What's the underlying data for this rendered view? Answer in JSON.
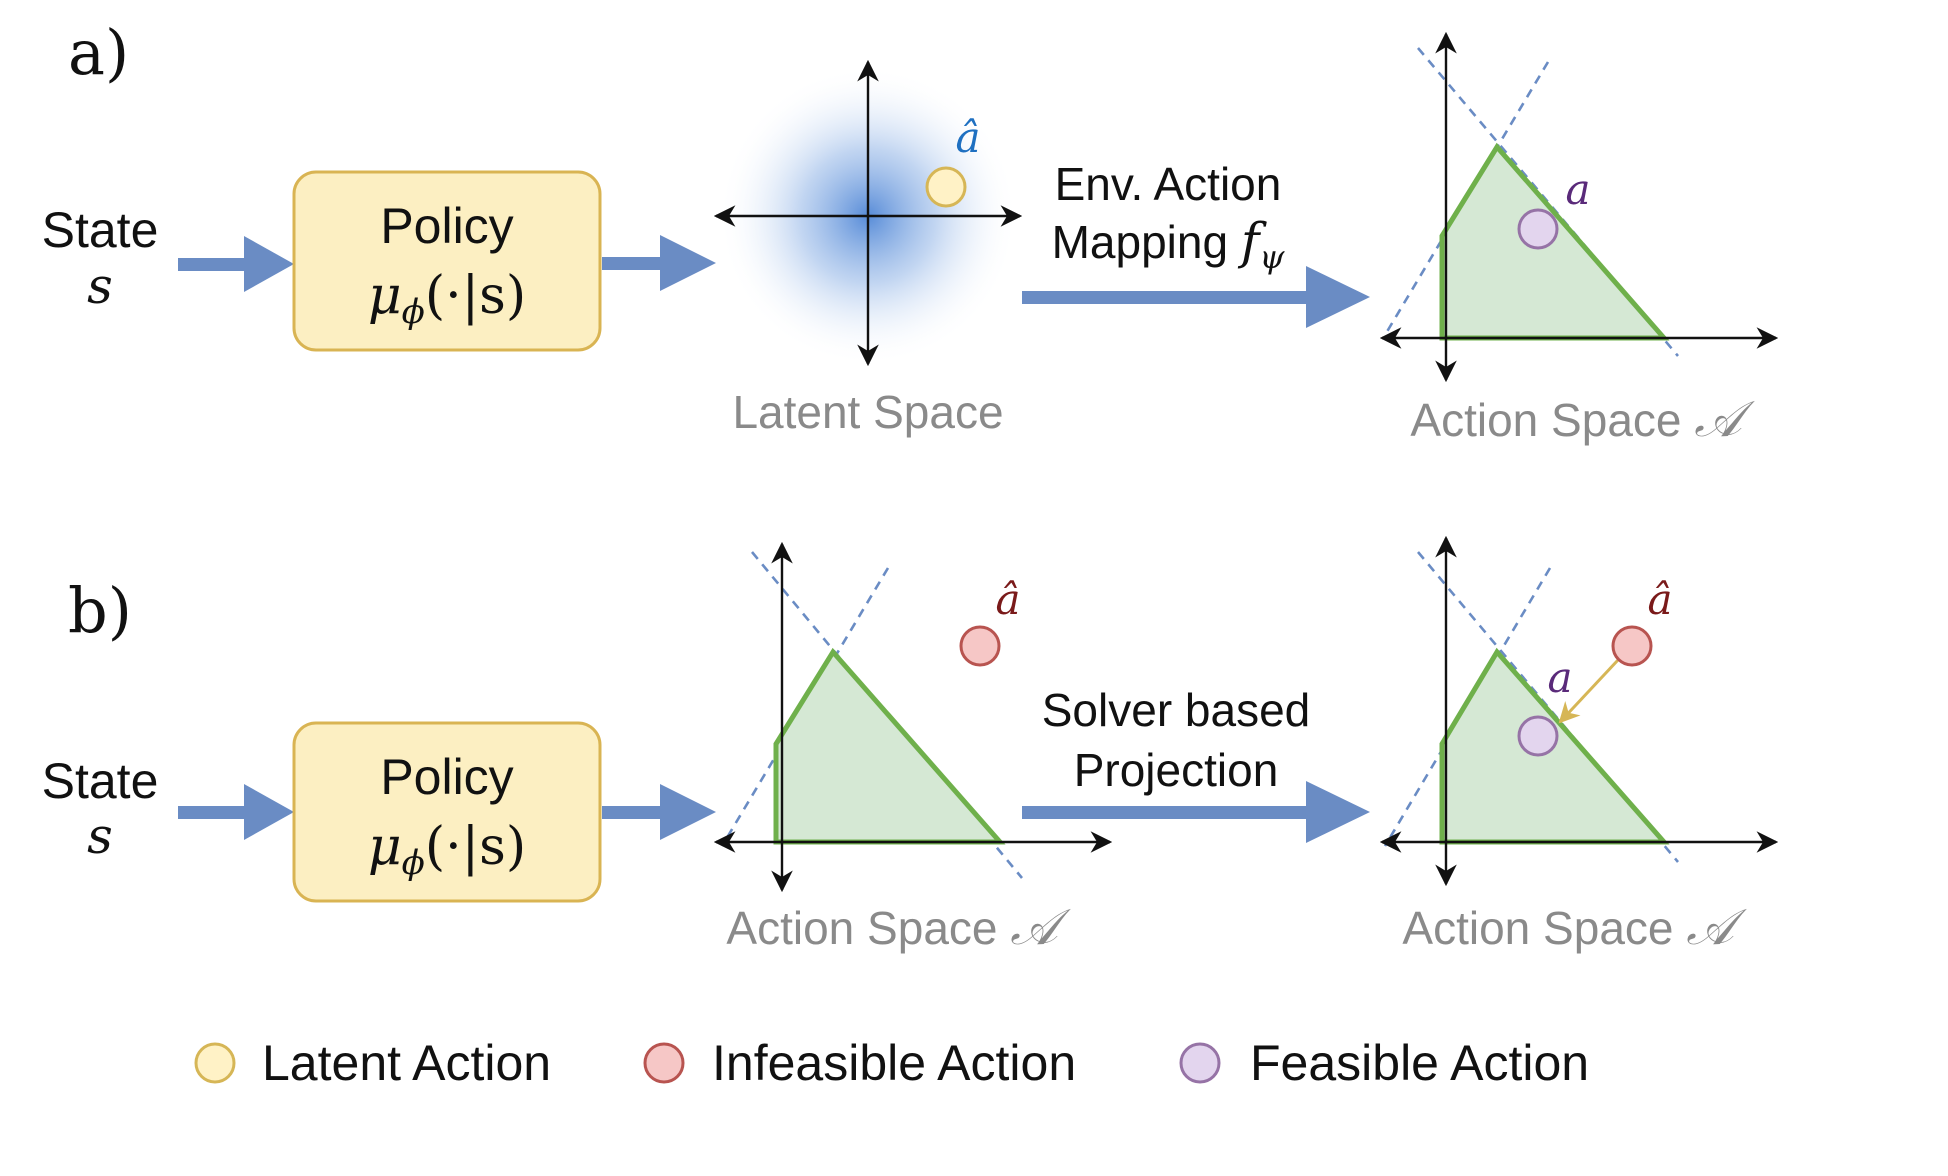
{
  "panel_a": {
    "label": "a)",
    "state_label": "State",
    "state_symbol": "s",
    "policy_title": "Policy",
    "policy_formula": "μ",
    "policy_formula_sub": "ϕ",
    "policy_formula_arg": "(·|s)",
    "latent_caption": "Latent Space",
    "latent_point_label": "â",
    "mapping_line1": "Env. Action",
    "mapping_line2": "Mapping ",
    "mapping_symbol": "f",
    "mapping_symbol_sub": "ψ",
    "action_caption": "Action Space ",
    "action_caption_symbol": "𝒜",
    "feasible_point_label": "a"
  },
  "panel_b": {
    "label": "b)",
    "state_label": "State",
    "state_symbol": "s",
    "policy_title": "Policy",
    "policy_formula": "μ",
    "policy_formula_sub": "ϕ",
    "policy_formula_arg": "(·|s)",
    "left_caption": "Action Space ",
    "left_caption_symbol": "𝒜",
    "left_infeasible_label": "â",
    "projection_line1": "Solver based",
    "projection_line2": "Projection",
    "right_caption": "Action Space ",
    "right_caption_symbol": "𝒜",
    "right_infeasible_label": "â",
    "right_feasible_label": "a"
  },
  "legend": {
    "latent": "Latent Action",
    "infeasible": "Infeasible Action",
    "feasible": "Feasible Action"
  },
  "colors": {
    "arrow_blue": "#6a8cc4",
    "policy_fill": "#fcefc2",
    "policy_stroke": "#d9b453",
    "region_fill": "#d5e8d4",
    "region_stroke": "#6fb04b",
    "constraint_dash": "#6a8cc4",
    "latent_fill": "#fff2c6",
    "latent_stroke": "#d6b656",
    "infeasible_fill": "#f6c7c6",
    "infeasible_stroke": "#b85450",
    "feasible_fill": "#e3d5ee",
    "feasible_stroke": "#9673a6",
    "caption_gray": "#8a8a8a",
    "latent_label_blue": "#1f70c1",
    "feasible_label_purple": "#5a2a7a",
    "infeasible_label_red": "#7a1a1a",
    "projection_arrow": "#d6b656"
  }
}
